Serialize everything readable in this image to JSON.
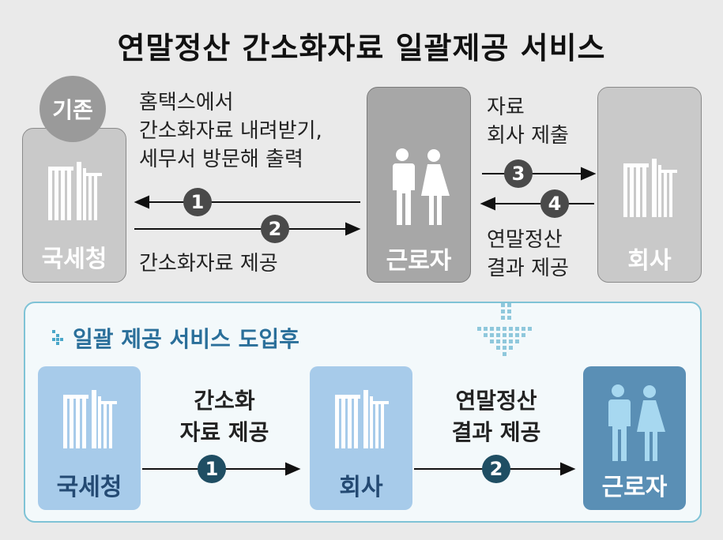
{
  "title": "연말정산 간소화자료 일괄제공 서비스",
  "before": {
    "badge": "기존",
    "nts_label": "국세청",
    "worker_label": "근로자",
    "company_label": "회사",
    "step1_text_lines": [
      "홈택스에서",
      "간소화자료 내려받기,",
      "세무서 방문해 출력"
    ],
    "step2_text": "간소화자료 제공",
    "step3_text_lines": [
      "자료",
      "회사 제출"
    ],
    "step4_text_lines": [
      "연말정산",
      "결과 제공"
    ],
    "num1": "1",
    "num2": "2",
    "num3": "3",
    "num4": "4"
  },
  "after": {
    "subtitle": "일괄 제공 서비스 도입후",
    "nts_label": "국세청",
    "company_label": "회사",
    "worker_label": "근로자",
    "step1_text_lines": [
      "간소화",
      "자료 제공"
    ],
    "step2_text_lines": [
      "연말정산",
      "결과 제공"
    ],
    "num1": "1",
    "num2": "2"
  },
  "colors": {
    "panel_border": "#7fc3d6",
    "blue_box": "#a7cbea",
    "worker_box": "#5a8fb5",
    "dark_num": "#4a4a4a",
    "teal_num": "#1f4e63"
  }
}
